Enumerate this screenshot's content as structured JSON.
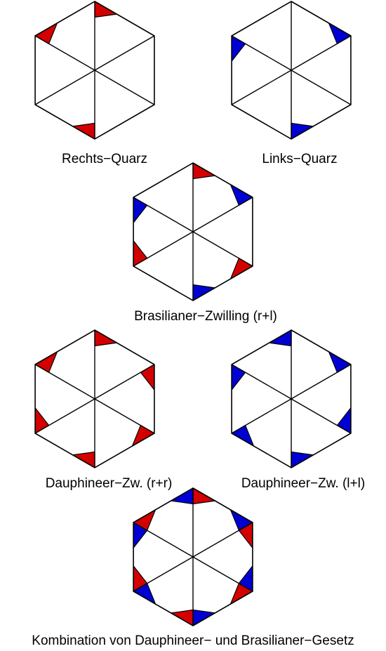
{
  "colors": {
    "rechts": "#d40000",
    "links": "#0000d4",
    "outline": "#000000",
    "background": "#ffffff"
  },
  "crystals": [
    {
      "id": "rechts-quarz",
      "caption": "Rechts−Quarz",
      "marks": [
        "R",
        "",
        "",
        "R",
        "",
        "R"
      ]
    },
    {
      "id": "links-quarz",
      "caption": "Links−Quarz",
      "marks": [
        "",
        "L",
        "",
        "L",
        "",
        "L"
      ]
    },
    {
      "id": "brasilianer",
      "caption": "Brasilianer−Zwilling (r+l)",
      "marks": [
        "R",
        "L",
        "R",
        "L",
        "R",
        "L"
      ]
    },
    {
      "id": "dauphineer-rr",
      "caption": "Dauphineer−Zw. (r+r)",
      "marks": [
        "R",
        "R",
        "R",
        "R",
        "R",
        "R"
      ]
    },
    {
      "id": "dauphineer-ll",
      "caption": "Dauphineer−Zw. (l+l)",
      "marks": [
        "L",
        "L",
        "L",
        "L",
        "L",
        "L"
      ]
    },
    {
      "id": "kombination",
      "caption": "Kombination von Dauphineer− und Brasilianer−Gesetz",
      "marks": [
        "RL",
        "RL",
        "RL",
        "RL",
        "RL",
        "RL"
      ]
    }
  ]
}
